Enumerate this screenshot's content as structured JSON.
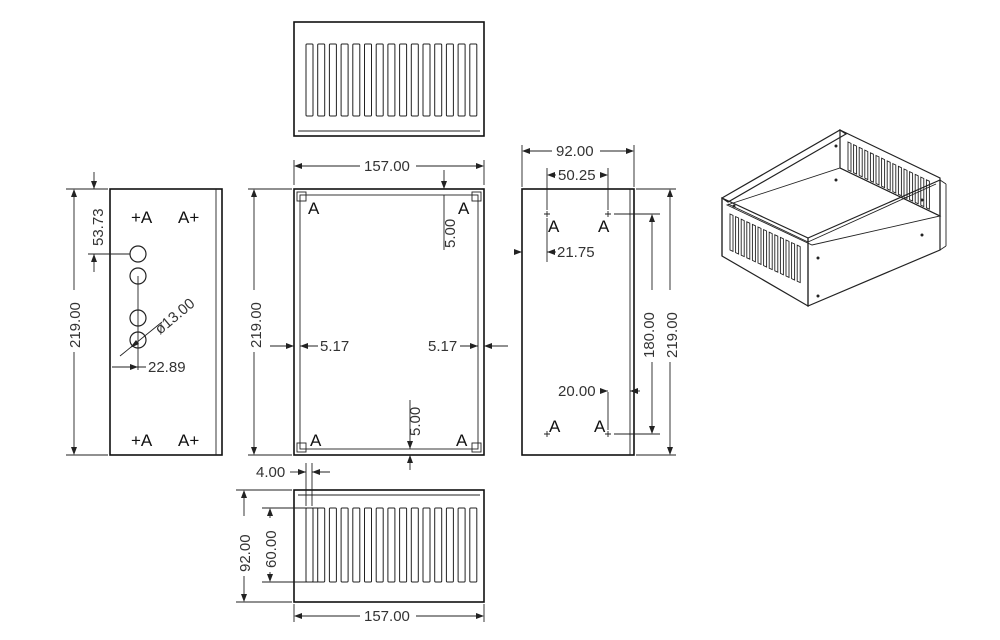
{
  "dimensions": {
    "top_width": "157.00",
    "top_inset": "5.00",
    "left_edge": "5.17",
    "right_edge": "5.17",
    "bottom_inset": "5.00",
    "front_height": "219.00",
    "side_height": "219.00",
    "side_hole_offset": "53.73",
    "hole_diameter": "ø13.00",
    "hole_x": "22.89",
    "right_width": "92.00",
    "right_inner": "50.25",
    "right_margin": "21.75",
    "right_spacing": "180.00",
    "right_height": "219.00",
    "right_low": "20.00",
    "slot_gap": "4.00",
    "bottom_depth": "92.00",
    "slot_length": "60.00",
    "bottom_width": "157.00"
  },
  "markers": {
    "side_tl": "+A",
    "side_tr": "A+",
    "side_bl": "+A",
    "side_br": "A+",
    "plate_tl": "A",
    "plate_tr": "A",
    "plate_bl": "A",
    "plate_br": "A",
    "right_tl": "A",
    "right_tr": "A",
    "right_bl": "A",
    "right_br": "A"
  }
}
